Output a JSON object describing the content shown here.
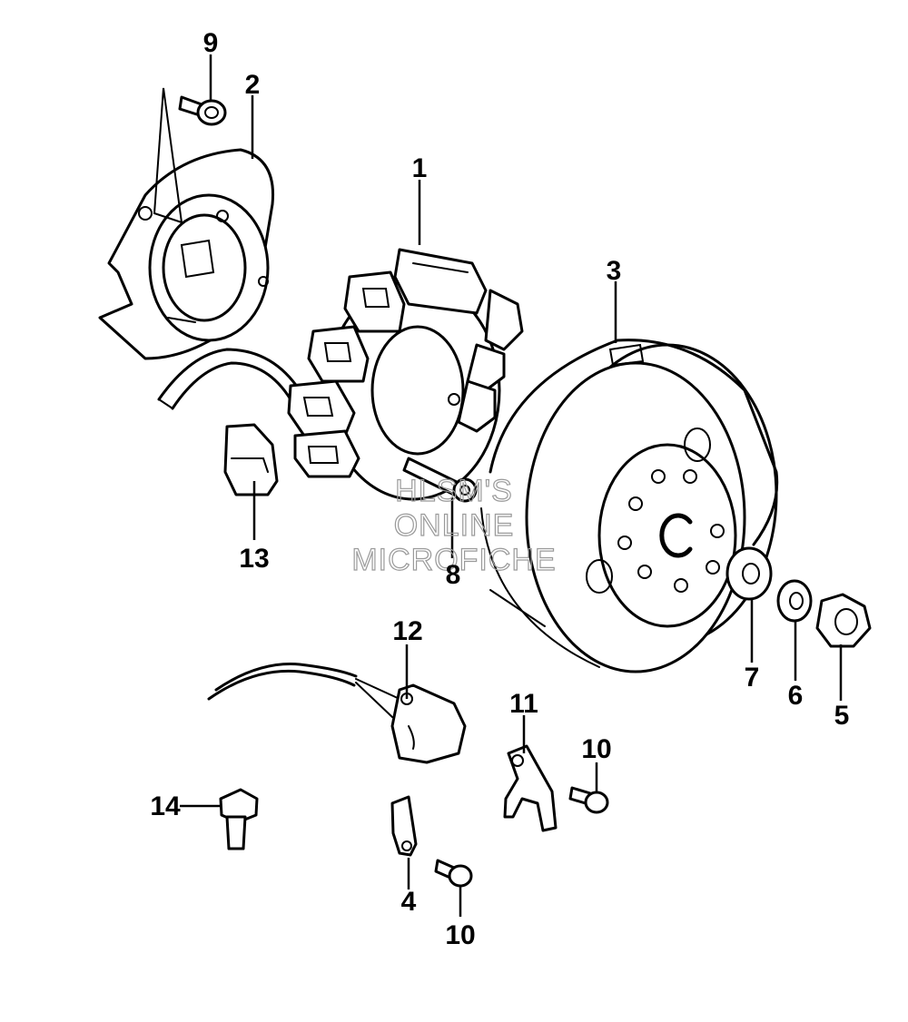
{
  "diagram": {
    "callouts": [
      {
        "id": "1",
        "label": "1"
      },
      {
        "id": "2",
        "label": "2"
      },
      {
        "id": "3",
        "label": "3"
      },
      {
        "id": "4",
        "label": "4"
      },
      {
        "id": "5",
        "label": "5"
      },
      {
        "id": "6",
        "label": "6"
      },
      {
        "id": "7",
        "label": "7"
      },
      {
        "id": "8",
        "label": "8"
      },
      {
        "id": "9",
        "label": "9"
      },
      {
        "id": "10a",
        "label": "10"
      },
      {
        "id": "10b",
        "label": "10"
      },
      {
        "id": "11",
        "label": "11"
      },
      {
        "id": "12",
        "label": "12"
      },
      {
        "id": "13",
        "label": "13"
      },
      {
        "id": "14",
        "label": "14"
      }
    ],
    "watermark": {
      "line1": "HLSM'S",
      "line2": "ONLINE",
      "line3": "MICROFICHE"
    },
    "colors": {
      "ink": "#000000",
      "paper": "#ffffff",
      "watermark": "#9a9a9a"
    }
  }
}
